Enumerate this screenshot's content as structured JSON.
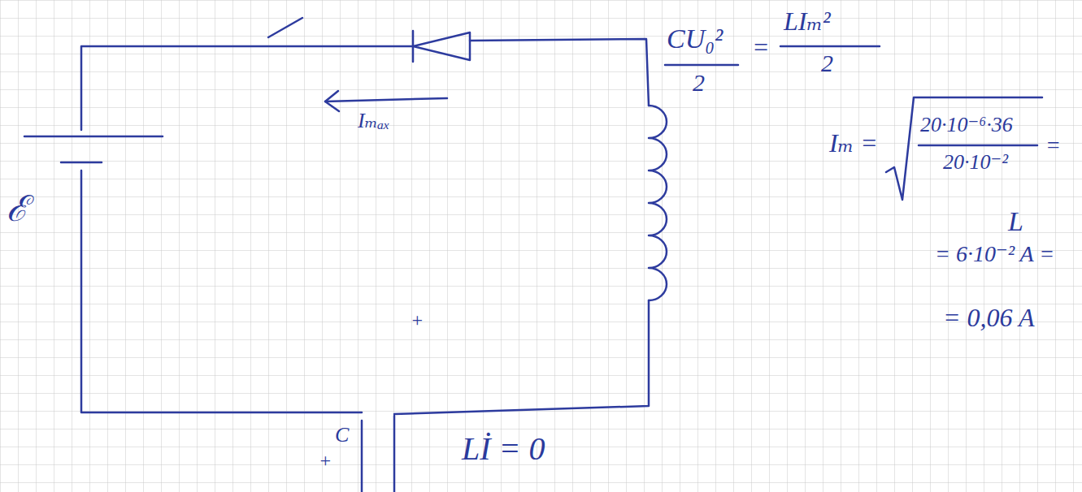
{
  "diagram": {
    "labels": [
      "ℰ",
      "Iₘₐₓ",
      "+",
      "C",
      "+",
      "Lİ = 0",
      "CU₀²",
      "=",
      "LIₘ²",
      "2",
      "2",
      "Iₘ =",
      "20·10⁻⁶·36",
      "20·10⁻²",
      "=",
      "L",
      "= 6·10⁻² A =",
      "= 0,06 A"
    ]
  }
}
